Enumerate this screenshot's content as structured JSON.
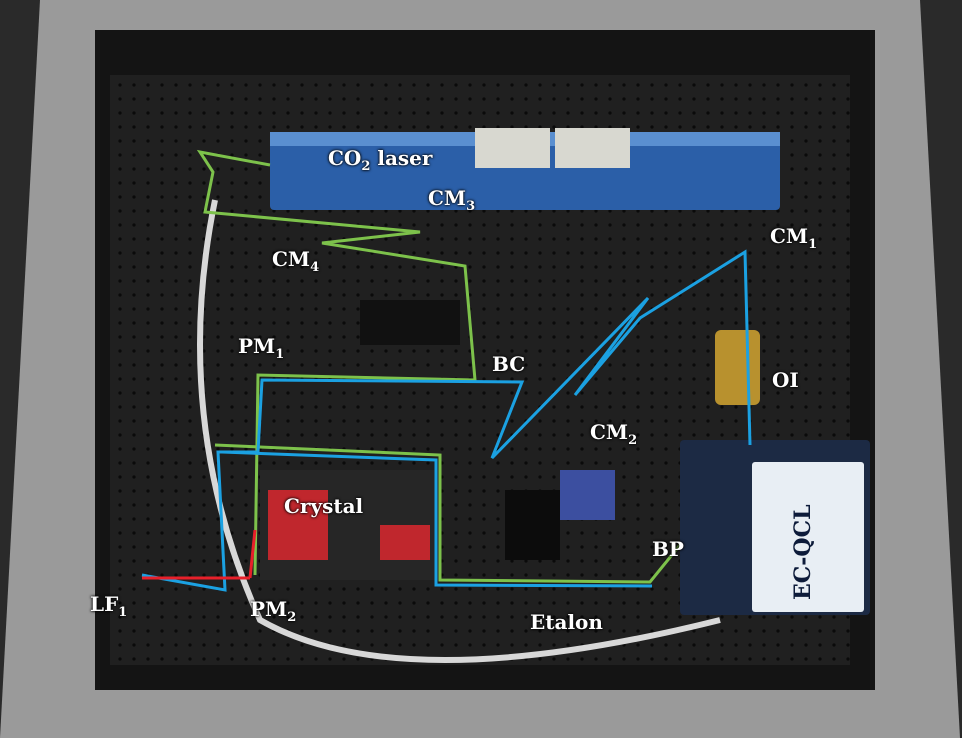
{
  "labels": {
    "co2_laser": {
      "main": "CO",
      "sub": "2",
      "tail": " laser"
    },
    "cm3": {
      "main": "CM",
      "sub": "3"
    },
    "cm4": {
      "main": "CM",
      "sub": "4"
    },
    "cm1": {
      "main": "CM",
      "sub": "1"
    },
    "pm1": {
      "main": "PM",
      "sub": "1"
    },
    "bc": "BC",
    "oi": "OI",
    "cm2": {
      "main": "CM",
      "sub": "2"
    },
    "crystal": "Crystal",
    "bp": "BP",
    "lf1": {
      "main": "LF",
      "sub": "1"
    },
    "pm2": {
      "main": "PM",
      "sub": "2"
    },
    "etalon": "Etalon",
    "ec_qcl": "EC-QCL"
  },
  "colors": {
    "green_beam": "#7dc24b",
    "blue_beam": "#1ba1e2",
    "red_beam": "#e8202a"
  }
}
